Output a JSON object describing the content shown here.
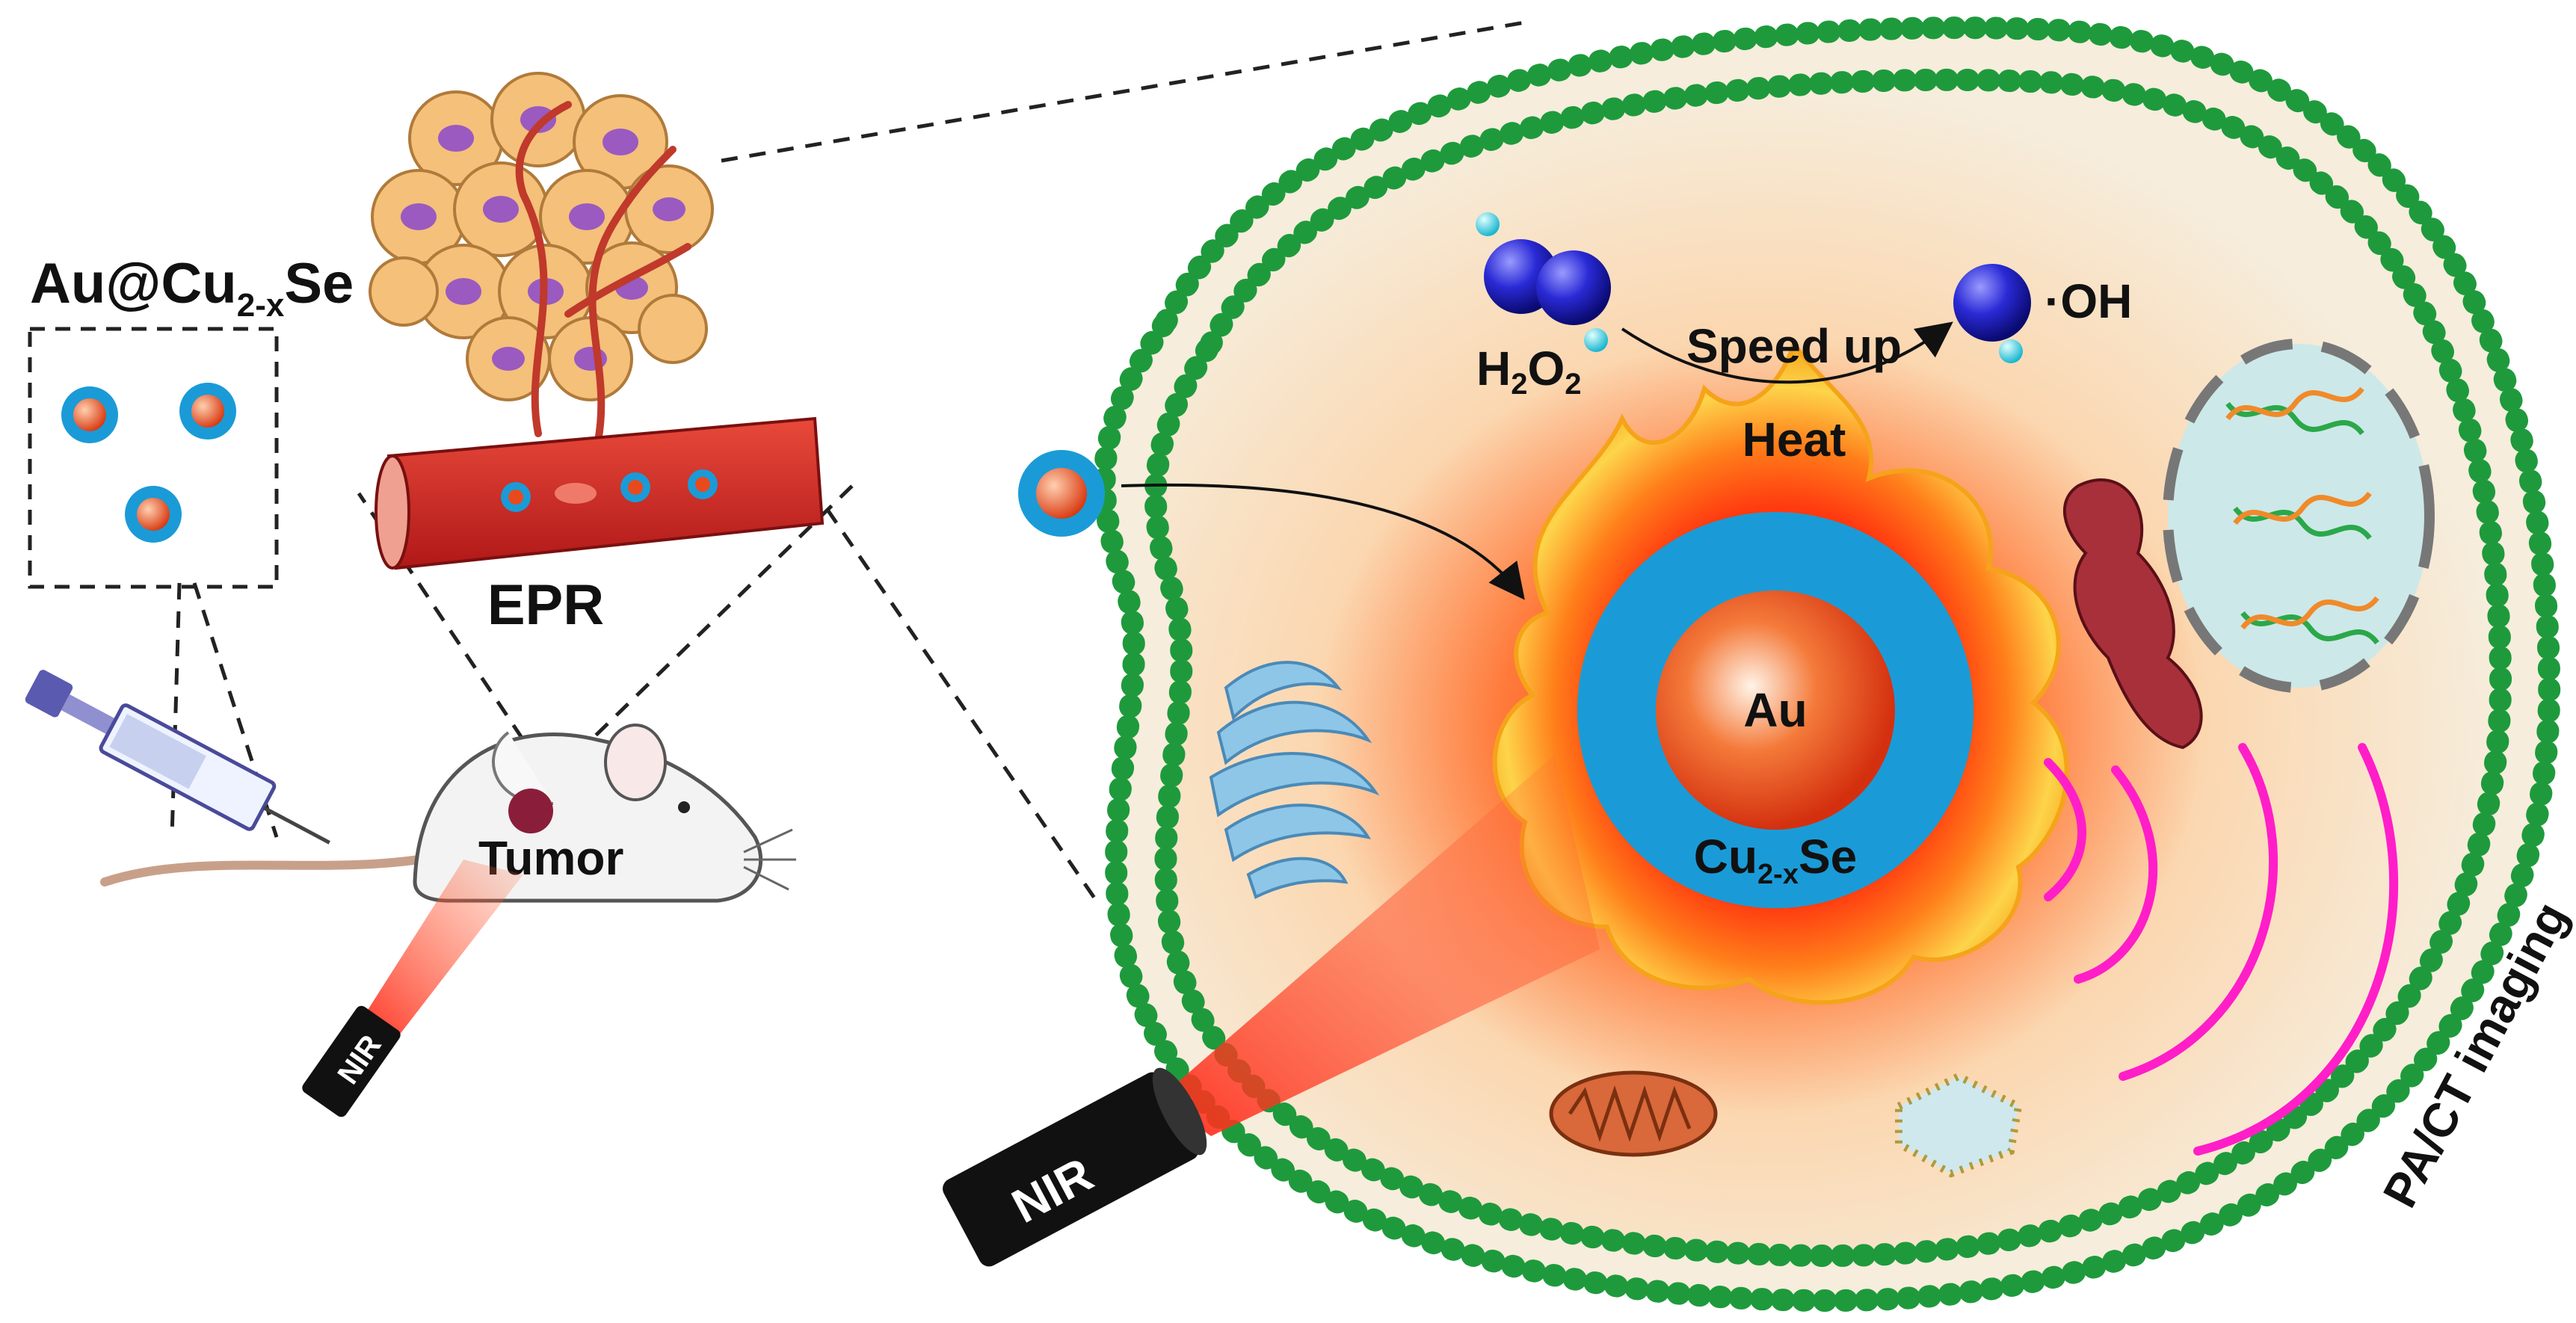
{
  "labels": {
    "nanoparticle_title_main": "Au@Cu",
    "nanoparticle_title_sub": "2-x",
    "nanoparticle_title_end": "Se",
    "epr": "EPR",
    "tumor": "Tumor",
    "nir_small": "NIR",
    "nir_large": "NIR",
    "h2o2_h": "H",
    "h2o2_sub1": "2",
    "h2o2_o": "O",
    "h2o2_sub2": "2",
    "speed_up": "Speed up",
    "hydroxyl": "·OH",
    "heat": "Heat",
    "core_au": "Au",
    "shell_main": "Cu",
    "shell_sub": "2-x",
    "shell_end": "Se",
    "imaging": "PA/CT imaging"
  },
  "colors": {
    "membrane_bead": "#1e9a3c",
    "cytoplasm": "#f6eddc",
    "flame_outer": "#f5a31a",
    "flame_inner": "#fde04a",
    "shell_blue": "#1a9bd7",
    "core_red": "#e84a1e",
    "wave_magenta": "#ff1ec8",
    "laser_red": "#ff2a1a",
    "molecule_blue": "#2a2ad6",
    "molecule_cyan": "#29d3e8"
  },
  "icons": [
    "syringe-icon",
    "mouse-icon",
    "tumor-cluster-icon",
    "blood-vessel-icon",
    "nir-laser-icon",
    "golgi-icon",
    "er-icon",
    "nucleus-dna-icon",
    "mitochondrion-icon",
    "vesicle-icon"
  ]
}
